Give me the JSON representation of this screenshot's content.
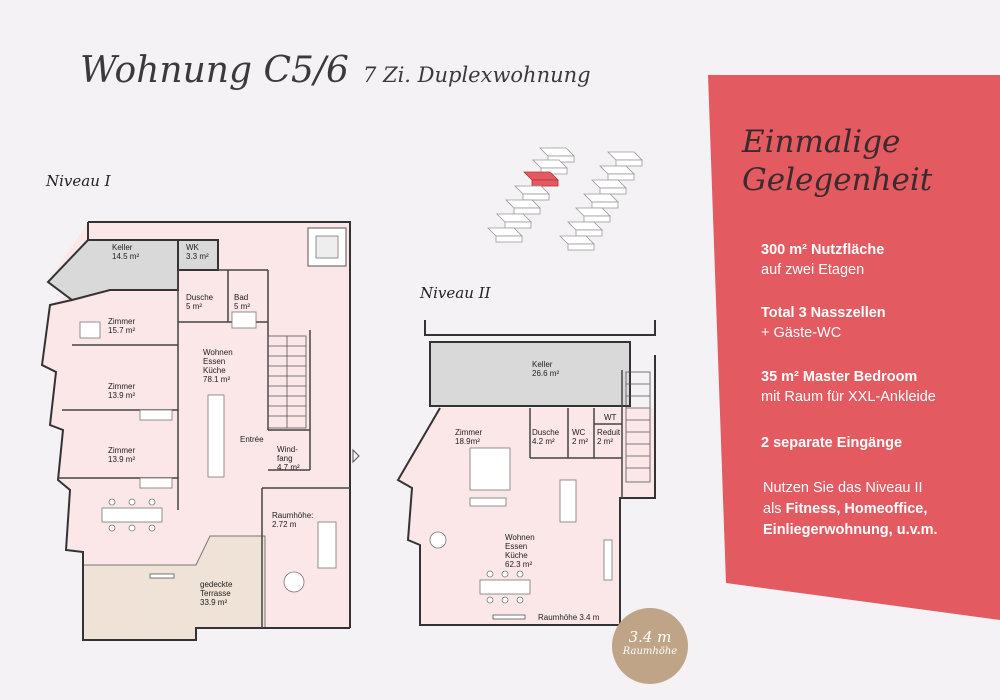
{
  "header": {
    "title": "Wohnung C5/6",
    "subtitle": "7 Zi. Duplexwohnung"
  },
  "levels": {
    "level1": "Niveau I",
    "level2": "Niveau II"
  },
  "rooms_level1": [
    {
      "name": "Keller",
      "area": "14.5 m²"
    },
    {
      "name": "WK",
      "area": "3.3 m²"
    },
    {
      "name": "Dusche",
      "area": "5 m²"
    },
    {
      "name": "Bad",
      "area": "5 m²"
    },
    {
      "name": "Zimmer",
      "area": "15.7 m²"
    },
    {
      "name": "Wohnen",
      "line2": "Essen",
      "line3": "Küche",
      "area": "78.1 m²"
    },
    {
      "name": "Zimmer",
      "area": "13.9 m²"
    },
    {
      "name": "Zimmer",
      "area": "13.9 m²"
    },
    {
      "name": "Entrée"
    },
    {
      "name": "Wind-",
      "line2": "fang",
      "area": "4.7 m²"
    },
    {
      "name": "Raumhöhe:",
      "area": "2.72 m"
    },
    {
      "name": "gedeckte",
      "line2": "Terrasse",
      "area": "33.9 m²"
    }
  ],
  "rooms_level2": [
    {
      "name": "Keller",
      "area": "26.6 m²"
    },
    {
      "name": "Zimmer",
      "area": "18.9m²"
    },
    {
      "name": "Dusche",
      "area": "4.2 m²"
    },
    {
      "name": "WC",
      "area": "2 m²"
    },
    {
      "name": "Reduit",
      "area": "2 m²"
    },
    {
      "name": "WT"
    },
    {
      "name": "Wohnen",
      "line2": "Essen",
      "line3": "Küche",
      "area": "62.3 m²"
    },
    {
      "name": "Raumhöhe 3.4 m"
    }
  ],
  "panel": {
    "heading_line1": "Einmalige",
    "heading_line2": "Gelegenheit",
    "features": [
      {
        "bold": "300 m² Nutzfläche",
        "rest": "auf zwei Etagen"
      },
      {
        "bold": "Total 3 Nasszellen",
        "rest": "+ Gäste-WC"
      },
      {
        "bold": "35 m² Master Bedroom",
        "rest": "mit Raum für XXL-Ankleide"
      },
      {
        "bold": "2 separate Eingänge",
        "rest": ""
      }
    ],
    "note_line1": "Nutzen Sie das Niveau II",
    "note_line2_pre": "als ",
    "note_line2_bold": "Fitness, Homeoffice,",
    "note_line3_bold": "Einliegerwohnung, u.v.m."
  },
  "badge": {
    "value": "3.4 m",
    "label": "Raumhöhe"
  },
  "colors": {
    "accent": "#e35a61",
    "room_fill": "#fbe6e8",
    "terrace": "#efe2d6",
    "storage": "#d9d9d9",
    "badge": "#bfa487"
  }
}
